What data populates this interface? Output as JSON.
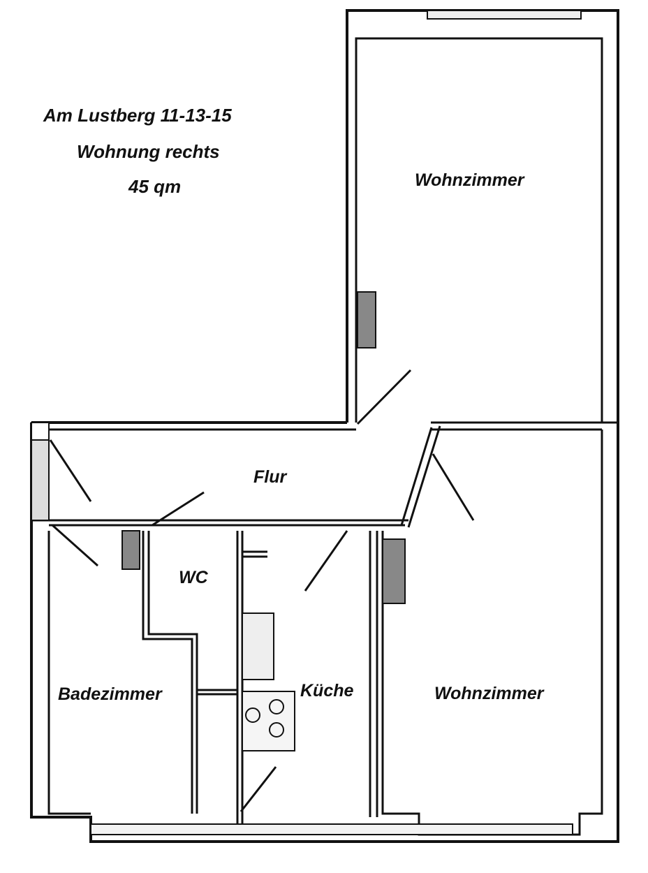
{
  "header": {
    "address": "Am Lustberg 11-13-15",
    "unit": "Wohnung rechts",
    "area": "45 qm"
  },
  "rooms": {
    "living_top": "Wohnzimmer",
    "hall": "Flur",
    "wc": "WC",
    "bathroom": "Badezimmer",
    "kitchen": "Küche",
    "living_bottom": "Wohnzimmer"
  },
  "colors": {
    "wall": "#111111",
    "background": "#ffffff",
    "shade": "#e6e6e6"
  }
}
